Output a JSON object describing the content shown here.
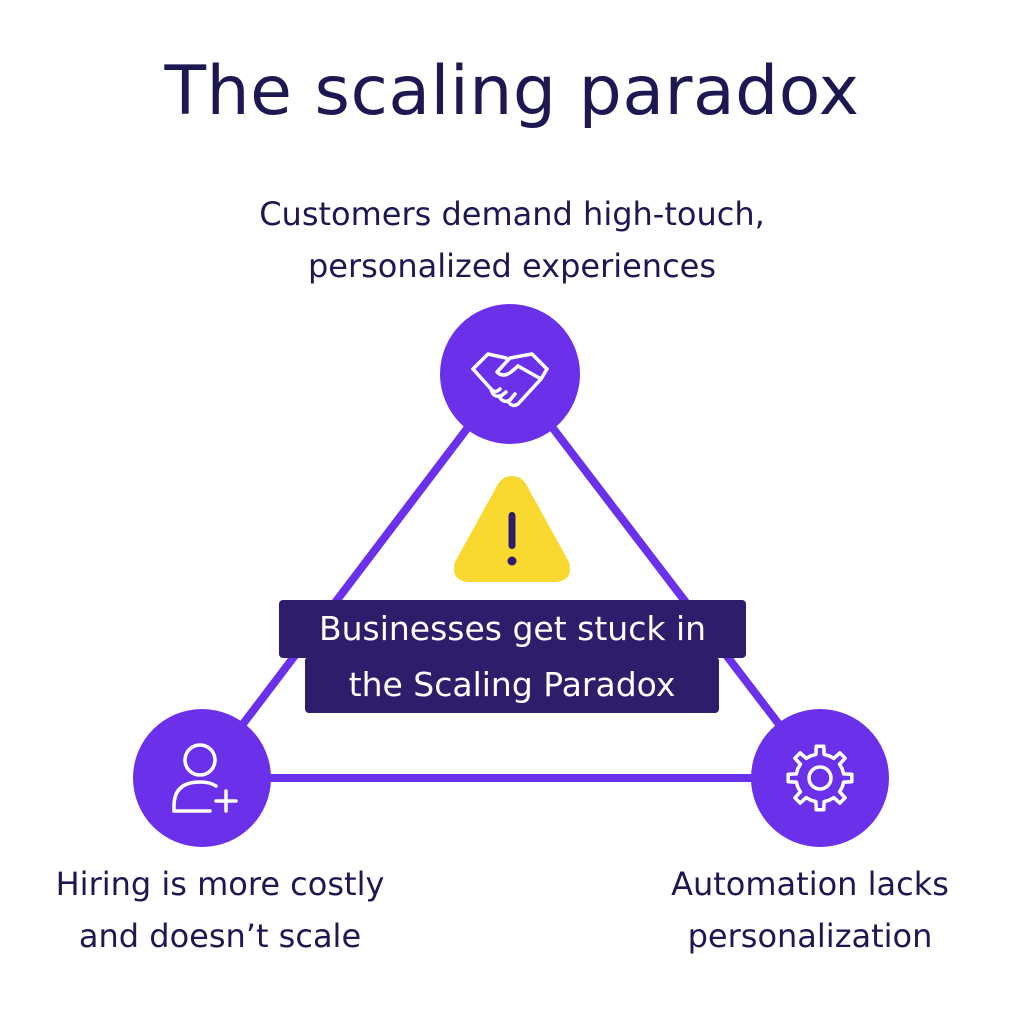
{
  "title": "The scaling paradox",
  "nodes": {
    "top": {
      "icon": "handshake-icon",
      "caption_line1": "Customers demand high-touch,",
      "caption_line2": "personalized experiences"
    },
    "left": {
      "icon": "add-user-icon",
      "caption_line1": "Hiring is more costly",
      "caption_line2": "and doesn’t scale"
    },
    "right": {
      "icon": "gear-icon",
      "caption_line1": "Automation lacks",
      "caption_line2": "personalization"
    }
  },
  "center": {
    "icon": "warning-icon",
    "label_line1": "Businesses get stuck in",
    "label_line2": "the Scaling Paradox"
  },
  "colors": {
    "accent": "#6b30ea",
    "text": "#1e1852",
    "label_background": "#2e1d6b",
    "warning": "#f9d92f"
  }
}
